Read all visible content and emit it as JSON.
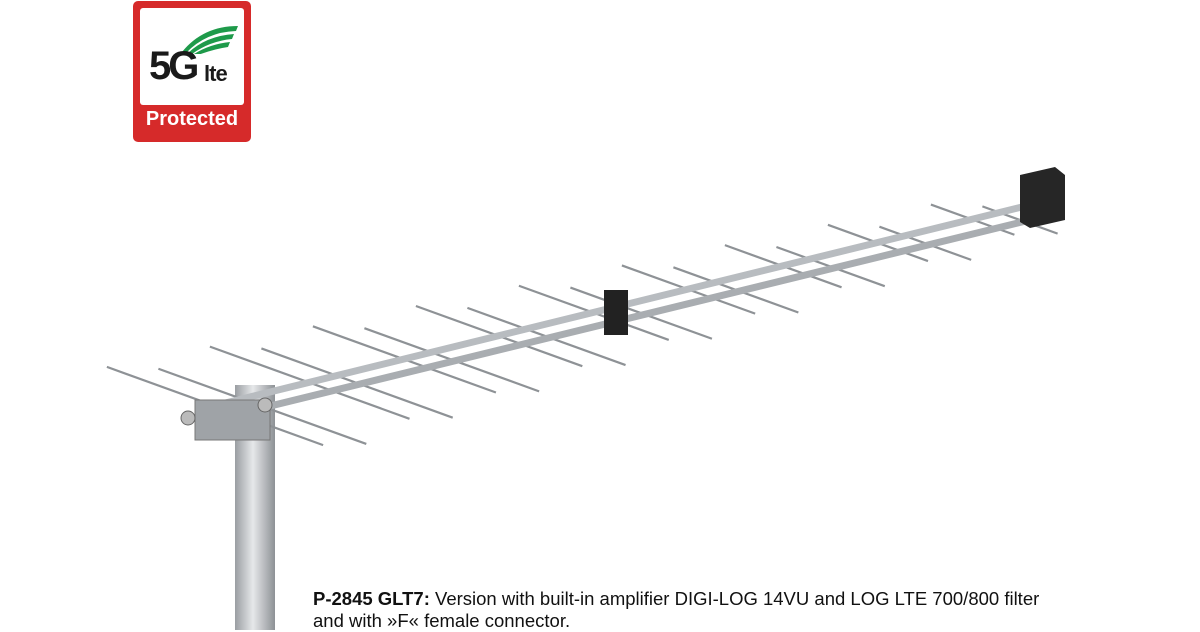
{
  "logo": {
    "main": "5G",
    "sub": "lte",
    "badge": "Protected",
    "red": "#d62a2a",
    "green": "#1e9a4a"
  },
  "caption": {
    "model": "P-2845 GLT7:",
    "text": " Version with built-in amplifier DIGI-LOG 14VU and LOG LTE 700/800 filter and with »F« female connector."
  }
}
